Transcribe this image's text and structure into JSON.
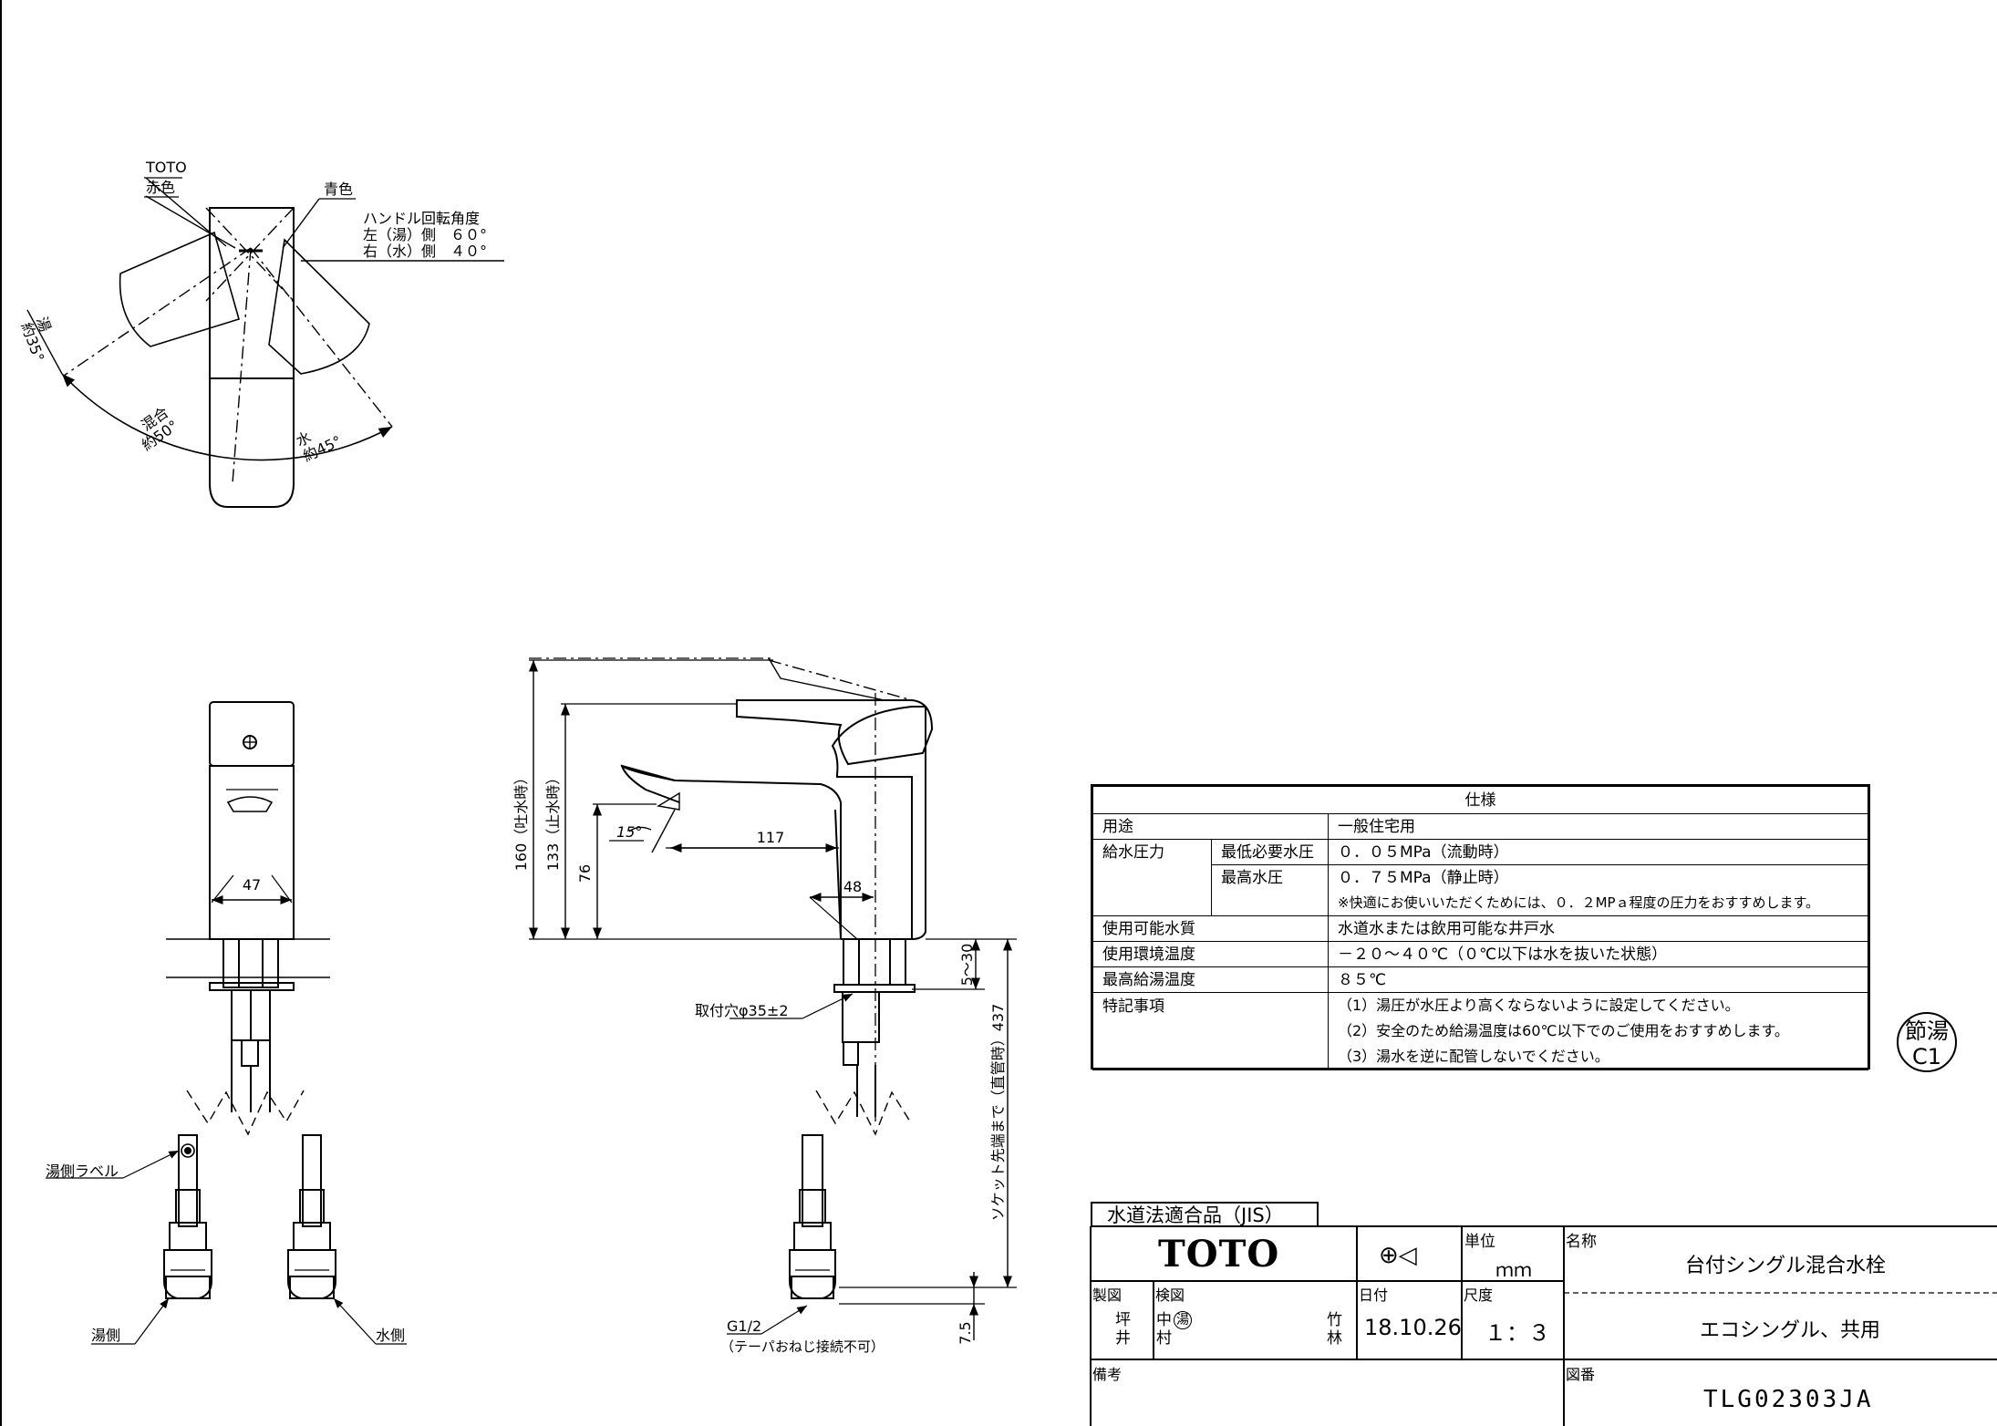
{
  "top_view": {
    "labels": [
      "TOTO",
      "赤色",
      "青色"
    ],
    "handle_angle": {
      "title": "ハンドル回転角度",
      "left": "左（湯）側　６０°",
      "right": "右（水）側　４０°"
    },
    "arcs": {
      "hot_word": "湯",
      "hot_value": "約35°",
      "mix_word": "混合",
      "mix_value": "約50°",
      "cold_word": "水",
      "cold_value": "約45°"
    }
  },
  "front_view": {
    "dim_width": "47",
    "label_hot_label": "湯側ラベル",
    "label_hot": "湯側",
    "label_cold": "水側"
  },
  "side_view": {
    "dim_160": "160（吐水時）",
    "dim_133": "133（止水時）",
    "dim_76": "76",
    "dim_15deg": "15°",
    "dim_117": "117",
    "dim_48": "48",
    "dim_5_30": "5〜30",
    "dim_437": "ソケット先端まで（直管時）437",
    "mount_hole": "取付穴φ35±2",
    "g12": "G1/2",
    "taper": "（テーパおねじ接続不可）",
    "dim_7_5": "7.5"
  },
  "spec_table": {
    "title": "仕様",
    "rows": {
      "use_label": "用途",
      "use_value": "一般住宅用",
      "pressure_label": "給水圧力",
      "min_label": "最低必要水圧",
      "min_value": "０．０５MPa（流動時）",
      "max_label": "最高水圧",
      "max_value": "０．７５MPa（静止時）",
      "recommend": "※快適にお使いいただくためには、０．２MPａ程度の圧力をおすすめします。",
      "water_label": "使用可能水質",
      "water_value": "水道水または飲用可能な井戸水",
      "env_label": "使用環境温度",
      "env_value": "－２０〜４０℃（０℃以下は水を抜いた状態）",
      "hot_label": "最高給湯温度",
      "hot_value": "８５℃",
      "notes_label": "特記事項",
      "notes": [
        "（1）湯圧が水圧より高くならないように設定してください。",
        "（2）安全のため給湯温度は60℃以下でのご使用をおすすめします。",
        "（3）湯水を逆に配管しないでください。"
      ]
    }
  },
  "badge": {
    "line1": "節湯",
    "line2": "C1"
  },
  "title_block": {
    "jis": "水道法適合品（JIS）",
    "logo": "TOTO",
    "projection_symbol": "⊕◁",
    "unit_label": "単位",
    "unit_value": "ｍｍ",
    "name_label": "名称",
    "name_value": "台付シングル混合水栓",
    "subtitle": "エコシングル、共用",
    "drawn_label": "製図",
    "drawn_value": [
      "坪",
      "井"
    ],
    "checked_label": "検図",
    "checked_value1": [
      "中",
      "村"
    ],
    "checked_stamp": "湯",
    "checked_value2": [
      "竹",
      "林"
    ],
    "date_label": "日付",
    "date_value": "18.10.26",
    "scale_label": "尺度",
    "scale_value": "１：３",
    "remarks_label": "備考",
    "drawing_no_label": "図番",
    "drawing_no_value": "TLG02303JA"
  }
}
